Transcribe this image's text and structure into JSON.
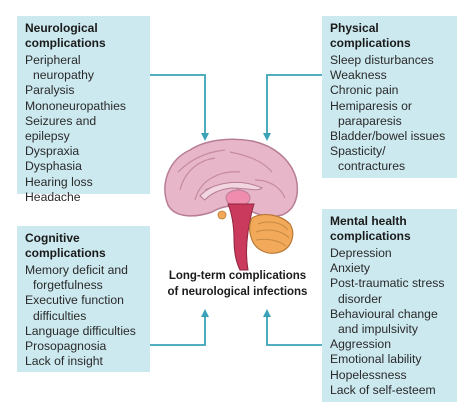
{
  "neurological": {
    "title": "Neurological\ncomplications",
    "items": [
      "Peripheral",
      "neuropathy",
      "Paralysis",
      "Mononeuropathies",
      "Seizures and epilepsy",
      "Dyspraxia",
      "Dysphasia",
      "Hearing loss",
      "Headache"
    ]
  },
  "physical": {
    "title": "Physical\ncomplications",
    "items": [
      "Sleep disturbances",
      "Weakness",
      "Chronic pain",
      "Hemiparesis or",
      "paraparesis",
      "Bladder/bowel issues",
      "Spasticity/",
      "contractures"
    ]
  },
  "cognitive": {
    "title": "Cognitive\ncomplications",
    "items": [
      "Memory deficit and",
      "forgetfulness",
      "Executive function",
      "difficulties",
      "Language difficulties",
      "Prosopagnosia",
      "Lack of insight"
    ]
  },
  "mental": {
    "title": "Mental health\ncomplications",
    "items": [
      "Depression",
      "Anxiety",
      "Post-traumatic stress",
      "disorder",
      "Behavioural change",
      "and impulsivity",
      "Aggression",
      "Emotional lability",
      "Hopelessness",
      "Lack of self-esteem"
    ]
  },
  "center": {
    "caption_line1": "Long-term complications",
    "caption_line2": "of neurological infections"
  },
  "colors": {
    "box_fill": "#cce9ef",
    "arrow": "#3aa3b8",
    "cortex": "#e7b7c9",
    "brainstem": "#c93a5c",
    "cerebellum": "#f2a95a"
  }
}
